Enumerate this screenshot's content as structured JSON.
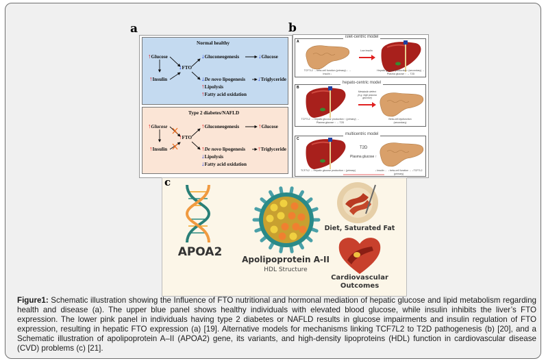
{
  "panel_labels": {
    "a": "a",
    "b": "b",
    "c": "c"
  },
  "panel_a": {
    "normal": {
      "title": "Normal healthy",
      "glucose": "Glucose",
      "insulin": "Insulin",
      "fto": "FTO",
      "gluconeogenesis": "Gluconeogenesis",
      "glucose_out": "Glucose",
      "de_novo": "De novo",
      "lipogenesis": "lipogenesis",
      "triglyceride": "Triglyceride",
      "lipolysis": "Lipolysis",
      "fao": "Fatty acid oxidation"
    },
    "disease": {
      "title": "Type 2 diabetes/NAFLD",
      "glucose": "Glucose",
      "insulin": "Insulin",
      "fto": "FTO",
      "gluconeogenesis": "Gluconeogenesis",
      "glucose_out": "Glucose",
      "de_novo": "De novo",
      "lipogenesis": "lipogenesis",
      "triglyceride": "Triglyceride",
      "lipolysis": "Lipolysis",
      "fao": "Fatty acid oxidation"
    },
    "colors": {
      "up": "#e00000",
      "down": "#1030e0",
      "blue_panel": "#c4daf0",
      "pink_panel": "#fbe5d6",
      "block_x": "#f07020"
    }
  },
  "panel_b": {
    "A": {
      "letter": "A",
      "title": "islet-centric model",
      "arrow": "Low insulin",
      "left": "TCF7L2 → beta-cell function (primary) ↓ → Insulin ↓",
      "right": "Hepatic glucose production↑ (secondary) → Plasma glucose ↑ → T2D"
    },
    "B": {
      "letter": "B",
      "title": "hepato-centric model",
      "arrow": "Metabolic defect (e.g. high plasma glucose)",
      "left": "TCF7L2 → Hepatic glucose production ↑ (primary) → Plasma glucose ↑ → T2D",
      "right": "Beta-cell dysfunction (secondary)"
    },
    "C": {
      "letter": "C",
      "title": "multicentric model",
      "t2d": "T2D",
      "plasma": "Plasma glucose ↑",
      "left": "TCF7L2 → Hepatic glucose production ↑ (primary)",
      "right": "↓ Insulin ← ↓ beta-cell function ← ↓TCF7L2 (primary)"
    }
  },
  "panel_c": {
    "apoa2": "APOA2",
    "apo_title": "Apolipoprotein A-II",
    "apo_sub": "HDL Structure",
    "diet": "Diet, Saturated Fat",
    "cardio1": "Cardiovascular",
    "cardio2": "Outcomes"
  },
  "caption": {
    "label": "Figure1:",
    "text": " Schematic illustration showing the Influence of FTO nutritional and hormonal mediation of hepatic glucose and lipid metabolism regarding health and disease (a). The upper blue panel shows healthy individuals with elevated blood glucose, while insulin inhibits the liver’s FTO expression.  The lower pink panel in individuals having type 2 diabetes or NAFLD results in glucose impairments and insulin regulation of FTO expression, resulting in hepatic FTO expression (a) [19]. Alternative models for mechanisms linking TCF7L2 to T2D pathogenesis (b) [20], and a Schematic illustration of apolipoprotein A–II (APOA2) gene, its variants, and high-density lipoproteins (HDL) function in cardiovascular disease (CVD) problems (c) [21]."
  }
}
